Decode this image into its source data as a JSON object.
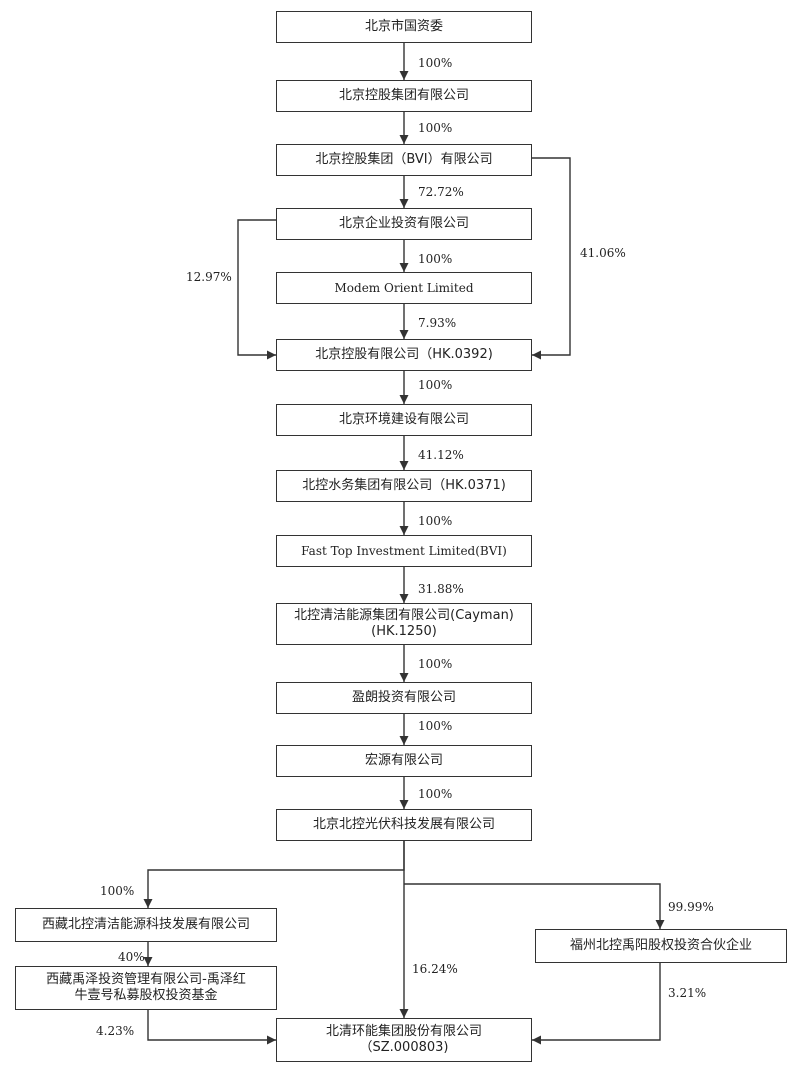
{
  "diagram": {
    "nodes": {
      "n1": {
        "lines": [
          "北京市国资委"
        ]
      },
      "n2": {
        "lines": [
          "北京控股集团有限公司"
        ]
      },
      "n3": {
        "lines": [
          "北京控股集团（BVI）有限公司"
        ]
      },
      "n4": {
        "lines": [
          "北京企业投资有限公司"
        ]
      },
      "n5": {
        "lines": [
          "Modem Orient Limited"
        ]
      },
      "n6": {
        "lines": [
          "北京控股有限公司（HK.0392)"
        ]
      },
      "n7": {
        "lines": [
          "北京环境建设有限公司"
        ]
      },
      "n8": {
        "lines": [
          "北控水务集团有限公司（HK.0371)"
        ]
      },
      "n9": {
        "lines": [
          "Fast Top Investment Limited(BVI)"
        ]
      },
      "n10": {
        "lines": [
          "北控清洁能源集团有限公司(Cayman)",
          "(HK.1250)"
        ]
      },
      "n11": {
        "lines": [
          "盈朗投资有限公司"
        ]
      },
      "n12": {
        "lines": [
          "宏源有限公司"
        ]
      },
      "n13": {
        "lines": [
          "北京北控光伏科技发展有限公司"
        ]
      },
      "n14": {
        "lines": [
          "西藏北控清洁能源科技发展有限公司"
        ]
      },
      "n15": {
        "lines": [
          "福州北控禹阳股权投资合伙企业"
        ]
      },
      "n16": {
        "lines": [
          "西藏禹泽投资管理有限公司-禹泽红",
          "牛壹号私募股权投资基金"
        ]
      },
      "n17": {
        "lines": [
          "北清环能集团股份有限公司",
          "（SZ.000803)"
        ]
      }
    },
    "edges": {
      "e1": {
        "label": "100%"
      },
      "e2": {
        "label": "100%"
      },
      "e3": {
        "label": "72.72%"
      },
      "e4": {
        "label": "100%"
      },
      "e5": {
        "label": "7.93%"
      },
      "e6": {
        "label": "12.97%"
      },
      "e7": {
        "label": "41.06%"
      },
      "e8": {
        "label": "100%"
      },
      "e9": {
        "label": "41.12%"
      },
      "e10": {
        "label": "100%"
      },
      "e11": {
        "label": "31.88%"
      },
      "e12": {
        "label": "100%"
      },
      "e13": {
        "label": "100%"
      },
      "e14": {
        "label": "100%"
      },
      "e15": {
        "label": "100%"
      },
      "e16": {
        "label": "99.99%"
      },
      "e17": {
        "label": "16.24%"
      },
      "e18": {
        "label": "40%"
      },
      "e19": {
        "label": "4.23%"
      },
      "e20": {
        "label": "3.21%"
      }
    }
  }
}
